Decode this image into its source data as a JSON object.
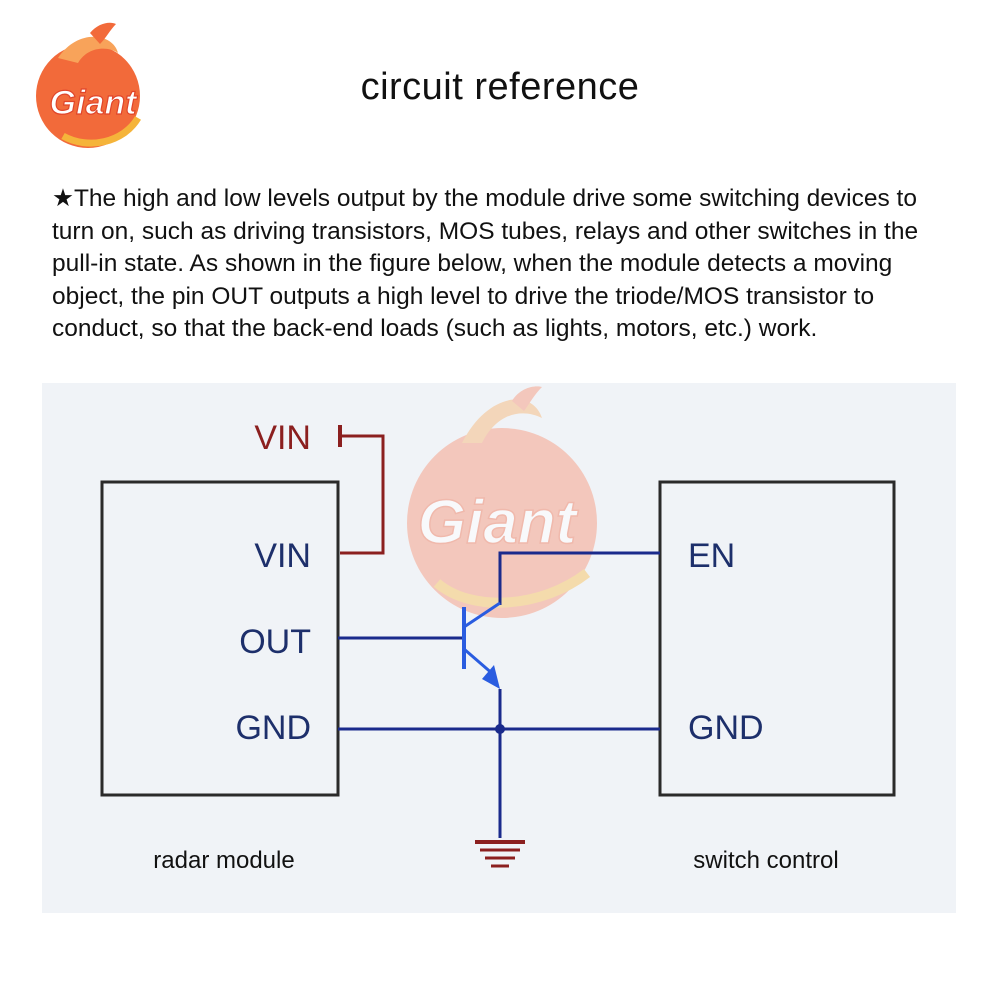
{
  "brand": {
    "logo_text": "Giant"
  },
  "header": {
    "title": "circuit reference"
  },
  "description": {
    "star": "★",
    "text": "The high and low levels output by the module drive some switching devices to turn on, such as driving transistors, MOS tubes, relays and other switches in the pull-in state. As shown in the figure below, when the module detects a moving object, the pin OUT outputs a high level to drive the triode/MOS transistor to conduct, so that the back-end loads (such as lights, motors, etc.) work."
  },
  "diagram": {
    "supply_label": "VIN",
    "radar_module": {
      "pins": [
        "VIN",
        "OUT",
        "GND"
      ],
      "caption": "radar module"
    },
    "switch_control": {
      "pins": [
        "EN",
        "GND"
      ],
      "caption": "switch control"
    },
    "colors": {
      "box": "#2a2a2a",
      "label": "#1d2f6b",
      "wire": "#1a2a8c",
      "supply": "#8b1f1f",
      "transistor": "#2a5ce0",
      "ground": "#8b1f1f"
    }
  }
}
